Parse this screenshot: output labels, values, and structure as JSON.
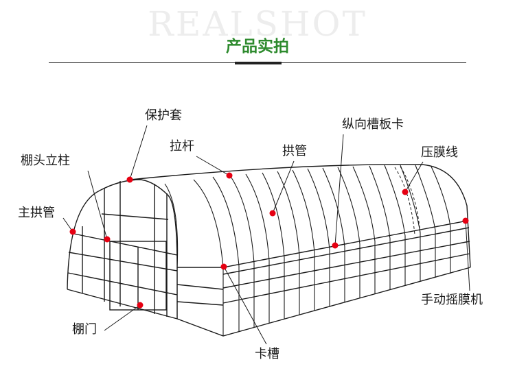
{
  "header": {
    "watermark": "REALSHOT",
    "title": "产品实拍"
  },
  "labels": {
    "protective_sleeve": "保护套",
    "tie_rod": "拉杆",
    "arch_pipe": "拱管",
    "longitudinal_clip": "纵向槽板卡",
    "film_press_wire": "压膜线",
    "end_post": "棚头立柱",
    "main_arch_pipe": "主拱管",
    "manual_film_roller": "手动摇膜机",
    "shed_door": "棚门",
    "clip_groove": "卡槽"
  },
  "colors": {
    "title": "#2d8a2d",
    "marker": "#e60012",
    "line": "#1a1a1a"
  }
}
